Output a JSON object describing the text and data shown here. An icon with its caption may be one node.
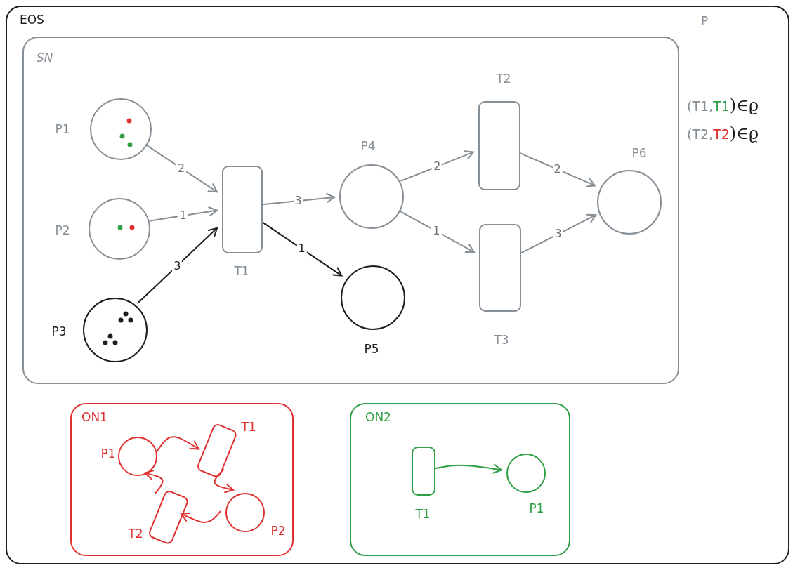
{
  "diagram": {
    "nodes": [
      {
        "text": [
          "EOS",
          "P"
        ]
      },
      {
        "text": [
          "SN"
        ],
        "in": 0
      },
      {
        "text": [
          "P1"
        ],
        "in": 1
      },
      {
        "text": [
          "P2"
        ],
        "in": 1
      },
      {
        "text": [
          "P3"
        ],
        "in": 1
      },
      {
        "text": [
          "T1"
        ],
        "in": 1
      },
      {
        "text": [
          "P4"
        ],
        "in": 1
      },
      {
        "text": [
          "P5"
        ],
        "in": 1
      },
      {
        "text": [
          "T2"
        ],
        "in": 1
      },
      {
        "text": [
          "T3"
        ],
        "in": 1
      },
      {
        "text": [
          "P6"
        ],
        "in": 1
      },
      {
        "text": [
          "ON1"
        ],
        "in": 0
      },
      {
        "text": [
          "P1"
        ],
        "in": 11
      },
      {
        "text": [
          "T1"
        ],
        "in": 11
      },
      {
        "text": [
          "P2"
        ],
        "in": 11
      },
      {
        "text": [
          "T2"
        ],
        "in": 11
      },
      {
        "text": [
          "ON2"
        ],
        "in": 0
      },
      {
        "text": [
          "T1"
        ],
        "in": 16
      },
      {
        "text": [
          "P1"
        ],
        "in": 16
      }
    ],
    "edges": [
      {
        "from": 2,
        "to": 5,
        "arrow": "to",
        "label": "2"
      },
      {
        "from": 3,
        "to": 5,
        "arrow": "to",
        "label": "1"
      },
      {
        "from": 4,
        "to": 5,
        "arrow": "to",
        "label": "3",
        "color": "#1e1e1e"
      },
      {
        "from": 5,
        "to": 6,
        "arrow": "to",
        "label": "3"
      },
      {
        "from": 5,
        "to": 7,
        "arrow": "to",
        "label": "1",
        "color": "#1e1e1e"
      },
      {
        "from": 6,
        "to": 8,
        "arrow": "to",
        "label": "2"
      },
      {
        "from": 6,
        "to": 9,
        "arrow": "to",
        "label": "1"
      },
      {
        "from": 8,
        "to": 10,
        "arrow": "to",
        "label": "2"
      },
      {
        "from": 9,
        "to": 10,
        "arrow": "to",
        "label": "3"
      },
      {
        "from": 12,
        "to": 13,
        "arrow": "to",
        "color": "#e03131"
      },
      {
        "from": 13,
        "to": 14,
        "arrow": "to",
        "color": "#e03131"
      },
      {
        "from": 14,
        "to": 15,
        "arrow": "to",
        "color": "#e03131"
      },
      {
        "from": 15,
        "to": 12,
        "arrow": "to",
        "color": "#e03131"
      },
      {
        "from": 17,
        "to": 18,
        "arrow": "to",
        "color": "#2f9e44"
      }
    ],
    "labels": [
      "(T1,",
      "T1",
      ")∈ϱ",
      "(T2,",
      "T2",
      ")∈ϱ"
    ]
  }
}
